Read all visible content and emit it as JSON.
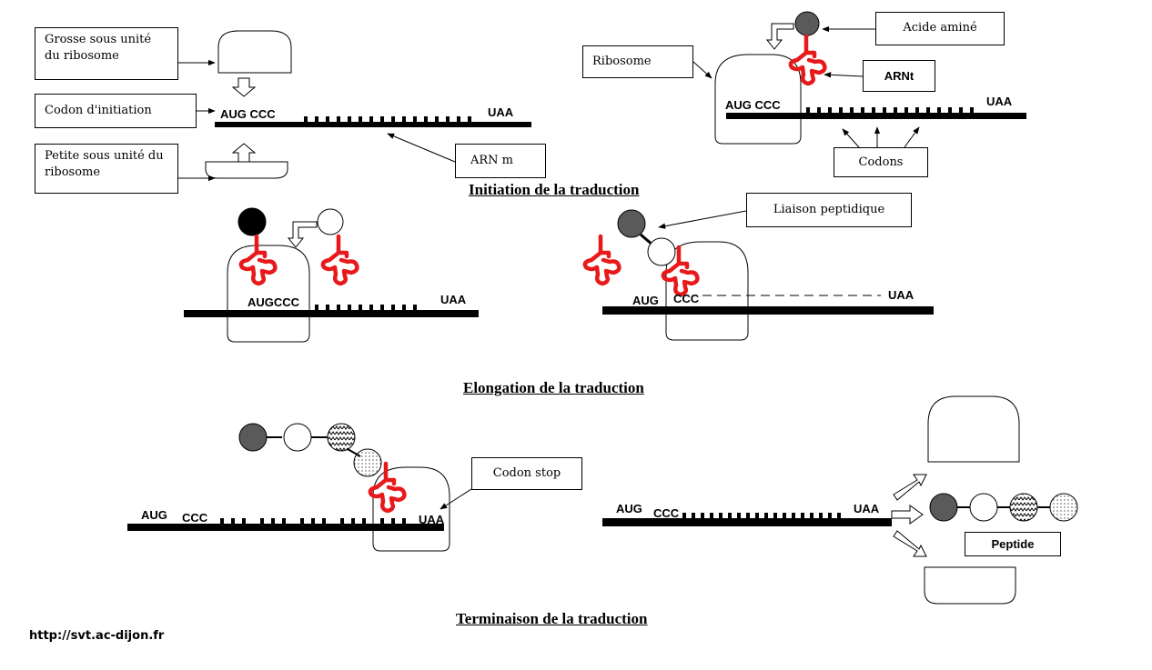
{
  "labels": {
    "grosse": "Grosse sous unité du ribosome",
    "codon_init": "Codon d'initiation",
    "petite": "Petite sous unité du ribosome",
    "arnm": "ARN m",
    "ribosome": "Ribosome",
    "acide_amine": "Acide aminé",
    "arnt": "ARNt",
    "codons": "Codons",
    "liaison": "Liaison peptidique",
    "codon_stop": "Codon stop",
    "peptide": "Peptide"
  },
  "sequence": {
    "aug_ccc": "AUG CCC",
    "augccc": "AUGCCC",
    "aug": "AUG",
    "ccc": "CCC",
    "uaa": "UAA"
  },
  "titles": {
    "initiation": "Initiation de la traduction",
    "elongation": "Elongation de la traduction",
    "terminaison": "Terminaison de la traduction"
  },
  "credit": "http://svt.ac-dijon.fr",
  "colors": {
    "trna": "#e8191b",
    "amino_dark": "#5a5a5a",
    "amino_black": "#000000",
    "line": "#000000"
  }
}
